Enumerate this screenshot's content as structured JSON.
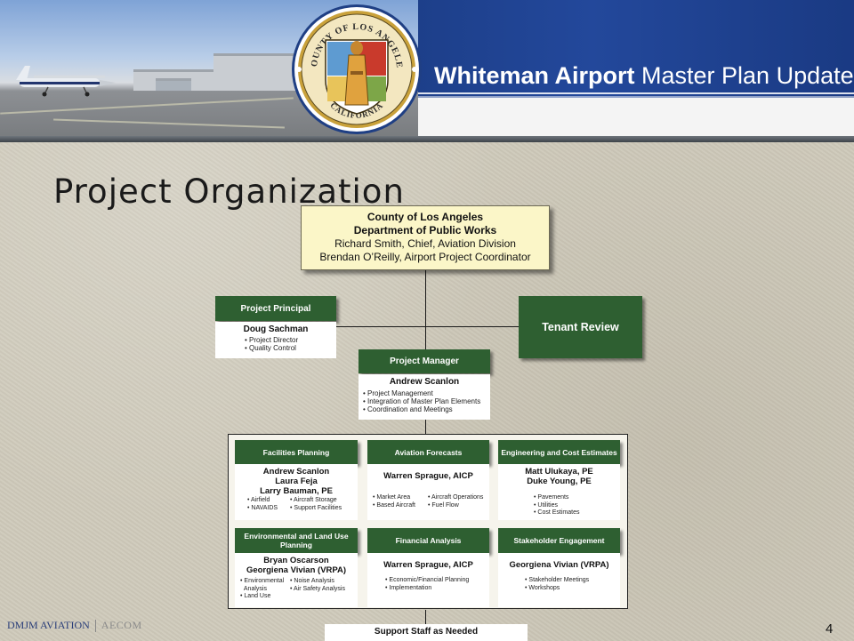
{
  "banner": {
    "title_bold": "Whiteman Airport",
    "title_light": "Master Plan Update",
    "seal_text_top": "COUNTY OF LOS ANGELES",
    "seal_text_bottom": "CALIFORNIA",
    "band_color": "#23489b"
  },
  "page": {
    "title": "Project Organization",
    "page_number": "4"
  },
  "top": {
    "line1": "County of Los Angeles",
    "line2": "Department of Public Works",
    "line3": "Richard Smith, Chief, Aviation Division",
    "line4": "Brendan O’Reilly, Airport Project Coordinator"
  },
  "principal": {
    "header": "Project Principal",
    "name": "Doug Sachman",
    "items": [
      "Project Director",
      "Quality Control"
    ]
  },
  "tenant": {
    "label": "Tenant Review"
  },
  "manager": {
    "header": "Project Manager",
    "name": "Andrew Scanlon",
    "items": [
      "Project Management",
      "Integration of Master Plan Elements",
      "Coordination and Meetings"
    ]
  },
  "teams": {
    "facilities": {
      "header": "Facilities Planning",
      "names": [
        "Andrew Scanlon",
        "Laura Feja",
        "Larry Bauman, PE"
      ],
      "col1": [
        "Airfield",
        "NAVAIDS"
      ],
      "col2": [
        "Aircraft Storage",
        "Support Facilities"
      ]
    },
    "forecasts": {
      "header": "Aviation Forecasts",
      "names": [
        "Warren Sprague, AICP"
      ],
      "col1": [
        "Market Area",
        "Based Aircraft"
      ],
      "col2": [
        "Aircraft Operations",
        "Fuel Flow"
      ]
    },
    "engineering": {
      "header": "Engineering and Cost Estimates",
      "names": [
        "Matt Ulukaya, PE",
        "Duke Young, PE"
      ],
      "items": [
        "Pavements",
        "Utilities",
        "Cost Estimates"
      ]
    },
    "environmental": {
      "header_line1": "Environmental and Land Use",
      "header_line2": "Planning",
      "names": [
        "Bryan Oscarson",
        "Georgiena Vivian (VRPA)"
      ],
      "col1_a": "Environmental",
      "col1_b": "Analysis",
      "col1_c": "Land Use",
      "col2": [
        "Noise Analysis",
        "Air Safety Analysis"
      ]
    },
    "financial": {
      "header": "Financial Analysis",
      "names": [
        "Warren Sprague, AICP"
      ],
      "items": [
        "Economic/Financial Planning",
        "Implementation"
      ]
    },
    "stakeholder": {
      "header": "Stakeholder Engagement",
      "names": [
        "Georgiena Vivian (VRPA)"
      ],
      "items": [
        "Stakeholder Meetings",
        "Workshops"
      ]
    }
  },
  "support": {
    "label": "Support Staff as Needed"
  },
  "footer": {
    "logo_left": "DMJM AVIATION",
    "logo_right": "AECOM"
  },
  "colors": {
    "green": "#2e5f31",
    "top_box": "#fbf6c8",
    "banner_blue": "#23489b"
  }
}
